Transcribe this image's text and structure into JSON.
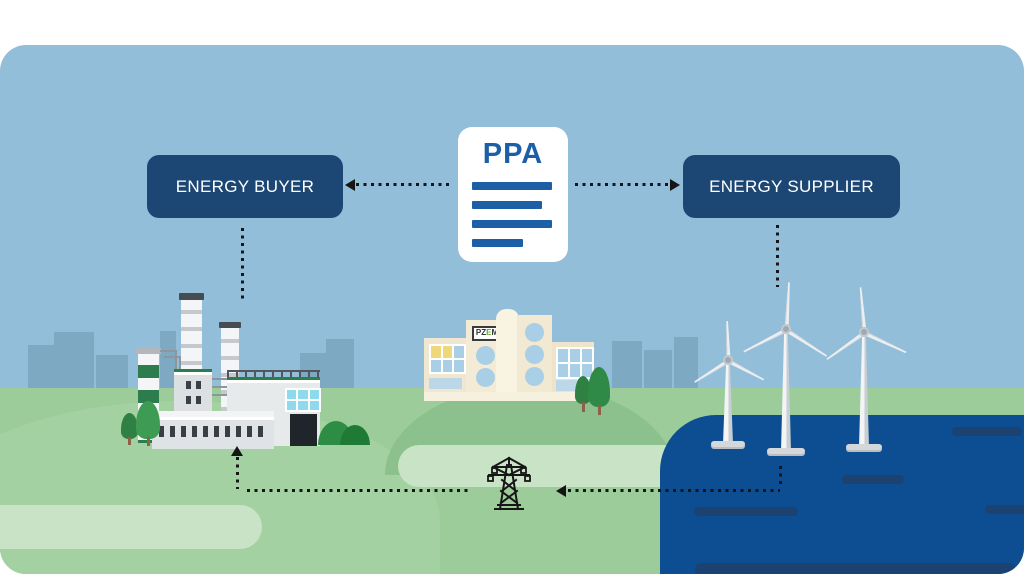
{
  "diagram": {
    "contract": {
      "label": "PPA",
      "doc_lines": 4
    },
    "nodes": [
      {
        "id": "energy-buyer",
        "label": "ENERGY BUYER"
      },
      {
        "id": "energy-supplier",
        "label": "ENERGY SUPPLIER"
      }
    ],
    "edges": [
      {
        "from": "ppa-contract",
        "to": "energy-buyer",
        "style": "dotted-arrow"
      },
      {
        "from": "ppa-contract",
        "to": "energy-supplier",
        "style": "dotted-arrow"
      },
      {
        "from": "energy-buyer",
        "to": "factory",
        "style": "dotted"
      },
      {
        "from": "energy-supplier",
        "to": "wind-farm",
        "style": "dotted"
      },
      {
        "from": "wind-farm",
        "to": "transmission-tower",
        "style": "dotted-arrow"
      },
      {
        "from": "transmission-tower",
        "to": "factory",
        "style": "dotted-arrow"
      }
    ],
    "building_sign": {
      "part1": "PZ",
      "part2": "E",
      "part3": "M"
    },
    "illustrations": [
      "city-skyline",
      "factory",
      "office-building",
      "transmission-tower",
      "offshore-wind-turbines",
      "sea"
    ]
  },
  "colors": {
    "sky": "#93bed9",
    "skyline": "#7ea9c2",
    "navy": "#1c4674",
    "blue": "#1d5fa6",
    "sea": "#0d4d91",
    "wave": "#1b4271",
    "grass": "#9bcc9a",
    "grassMound": "#a4d1a2",
    "hill": "#8cc08d",
    "grassLight": "#c8e3c6",
    "cream": "#f3ebd5",
    "windowBlue": "#a9cfe6",
    "windowYellow": "#efd77b",
    "roofGreen": "#2d7c4e",
    "factoryWall": "#e7eaeb",
    "chimneyBand": "#c5c9cd",
    "cyan": "#8fd9ec",
    "doorDark": "#1f252b",
    "treeGreen": "#3d9b53",
    "treeDark": "#2e8043",
    "trunk": "#8a6248",
    "turbineWhite": "#eceef0",
    "turbineShade": "#c9ced3",
    "hub": "#9fa9b2",
    "dots": "#151515",
    "signGreen": "#63a939",
    "signDark": "#333333"
  }
}
